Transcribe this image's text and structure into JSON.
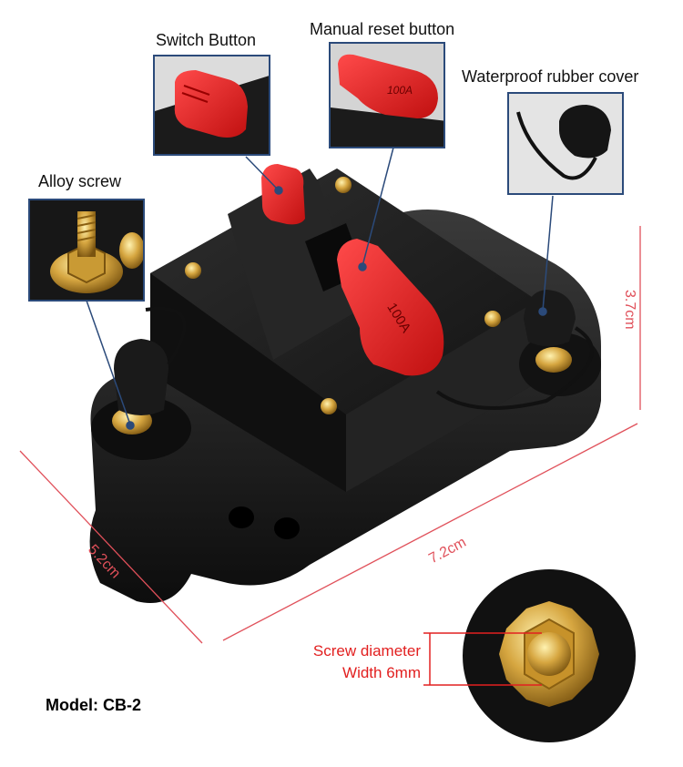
{
  "callouts": {
    "switch_button": "Switch Button",
    "manual_reset": "Manual reset button",
    "waterproof_cover": "Waterproof rubber cover",
    "alloy_screw": "Alloy screw"
  },
  "dimensions": {
    "height": "3.7cm",
    "length": "7.2cm",
    "width": "5.2cm"
  },
  "screw": {
    "line1": "Screw diameter",
    "line2": "Width 6mm"
  },
  "product": {
    "rating_label": "100A",
    "inset_rating_label": "100A"
  },
  "model": "Model: CB-2",
  "colors": {
    "callout_border": "#2b4a7a",
    "dimension_lines": "#e0505a",
    "accent_red": "#e22020",
    "housing_black": "#1a1a1a",
    "brass": "#d6a640"
  }
}
